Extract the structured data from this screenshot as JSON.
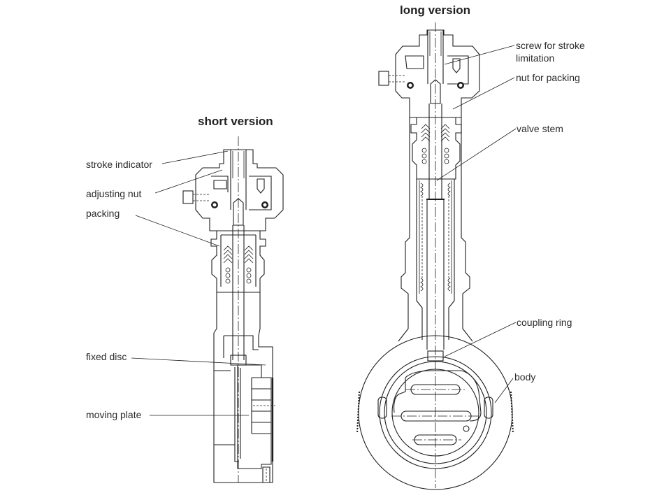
{
  "titles": {
    "short": "short version",
    "long": "long version"
  },
  "short_version": {
    "labels": {
      "stroke_indicator": "stroke indicator",
      "adjusting_nut": "adjusting nut",
      "packing": "packing",
      "fixed_disc": "fixed disc",
      "moving_plate": "moving plate"
    }
  },
  "long_version": {
    "labels": {
      "screw_line1": "screw for stroke",
      "screw_line2": "limitation",
      "nut_for_packing": "nut for packing",
      "valve_stem": "valve stem",
      "coupling_ring": "coupling ring",
      "body": "body"
    }
  },
  "colors": {
    "line": "#1e1e1e",
    "text": "#2b2b2b",
    "background": "#ffffff"
  }
}
